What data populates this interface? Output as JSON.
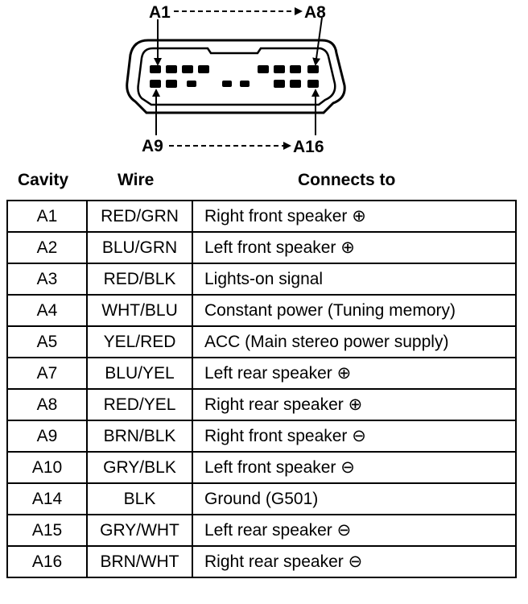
{
  "diagram": {
    "labels": {
      "a1": "A1",
      "a8": "A8",
      "a9": "A9",
      "a16": "A16"
    }
  },
  "table": {
    "headers": {
      "cavity": "Cavity",
      "wire": "Wire",
      "connects_to": "Connects to"
    },
    "rows": [
      {
        "cavity": "A1",
        "wire": "RED/GRN",
        "connects_to": "Right front speaker ⊕"
      },
      {
        "cavity": "A2",
        "wire": "BLU/GRN",
        "connects_to": "Left front speaker ⊕"
      },
      {
        "cavity": "A3",
        "wire": "RED/BLK",
        "connects_to": "Lights-on signal"
      },
      {
        "cavity": "A4",
        "wire": "WHT/BLU",
        "connects_to": "Constant power (Tuning memory)"
      },
      {
        "cavity": "A5",
        "wire": "YEL/RED",
        "connects_to": "ACC (Main stereo power supply)"
      },
      {
        "cavity": "A7",
        "wire": "BLU/YEL",
        "connects_to": "Left rear speaker ⊕"
      },
      {
        "cavity": "A8",
        "wire": "RED/YEL",
        "connects_to": "Right rear speaker ⊕"
      },
      {
        "cavity": "A9",
        "wire": "BRN/BLK",
        "connects_to": "Right front speaker ⊖"
      },
      {
        "cavity": "A10",
        "wire": "GRY/BLK",
        "connects_to": "Left front speaker ⊖"
      },
      {
        "cavity": "A14",
        "wire": "BLK",
        "connects_to": "Ground (G501)"
      },
      {
        "cavity": "A15",
        "wire": "GRY/WHT",
        "connects_to": "Left rear speaker ⊖"
      },
      {
        "cavity": "A16",
        "wire": "BRN/WHT",
        "connects_to": "Right rear speaker ⊖"
      }
    ]
  }
}
